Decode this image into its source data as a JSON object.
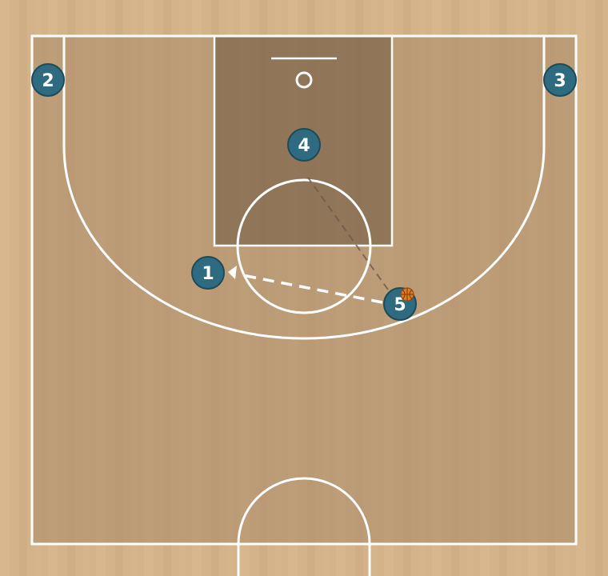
{
  "colors": {
    "wood_light": "#d4b28a",
    "wood_mid": "#c9a77f",
    "court_tint": "#b09473",
    "paint": "#8a7258",
    "lines": "#ffffff",
    "player_fill": "#2f6b80",
    "player_stroke": "#1e4a58",
    "pass_line": "#ffffff",
    "cut_line": "#6b5a48",
    "ball": "#e07a1e"
  },
  "players": [
    {
      "id": "p1",
      "label": "1",
      "has_ball": false
    },
    {
      "id": "p2",
      "label": "2",
      "has_ball": false
    },
    {
      "id": "p3",
      "label": "3",
      "has_ball": false
    },
    {
      "id": "p4",
      "label": "4",
      "has_ball": false
    },
    {
      "id": "p5",
      "label": "5",
      "has_ball": true
    }
  ],
  "actions": [
    {
      "type": "pass",
      "from": "5",
      "to": "1"
    },
    {
      "type": "cut",
      "from": "5",
      "to": "4"
    }
  ],
  "icons": {
    "ball": "basketball-icon",
    "pass_arrow": "arrowhead-icon"
  }
}
